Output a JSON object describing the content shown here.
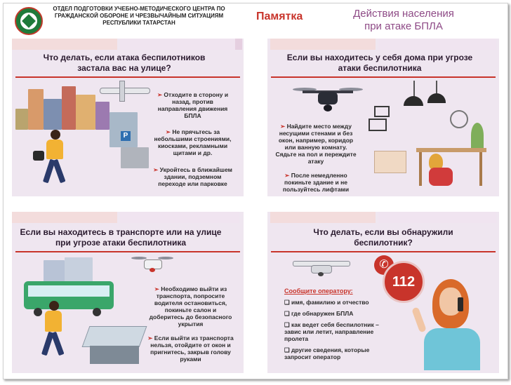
{
  "header": {
    "org_text": "ОТДЕЛ ПОДГОТОВКИ УЧЕБНО-МЕТОДИЧЕСКОГО ЦЕНТРА ПО ГРАЖДАНСКОЙ ОБОРОНЕ И ЧРЕЗВЫЧАЙНЫМ СИТУАЦИЯМ РЕСПУБЛИКИ ТАТАРСТАН",
    "memo_label": "Памятка",
    "subtitle_line1": "Действия населения",
    "subtitle_line2": "при атаке БПЛА"
  },
  "panels": {
    "street": {
      "title": "Что делать, если атака беспилотников застала вас на улице?",
      "bullets": [
        "Отходите в сторону и назад, против направления движения БПЛА",
        "Не прячьтесь за небольшими строениями, киосками, рекламными щитами и др.",
        "Укройтесь в ближайшем здании, подземном переходе или парковке"
      ]
    },
    "home": {
      "title": "Если вы находитесь у себя дома при угрозе атаки беспилотника",
      "bullets": [
        "Найдите место между несущими стенами и без окон, например, коридор или ванную комнату. Сядьте на пол и переждите атаку",
        "После немедленно покиньте здание и не пользуйтесь лифтами"
      ]
    },
    "transport": {
      "title": "Если вы находитесь в транспорте или на улице при угрозе атаки беспилотника",
      "bullets": [
        "Необходимо выйти из транспорта, попросите водителя остановиться, покиньте салон и доберитесь до безопасного укрытия",
        "Если выйти из транспорта нельзя, отойдите от окон и пригнитесь, закрыв голову руками"
      ]
    },
    "found": {
      "title": "Что делать, если вы обнаружили беспилотник?",
      "phone": "112",
      "report_heading": "Сообщите оператору:",
      "items": [
        "имя, фамилию и отчество",
        "где обнаружен БПЛА",
        "как ведет себя беспилотник – завис или летит, направление пролета",
        "другие сведения, которые запросит оператор"
      ]
    }
  },
  "colors": {
    "accent_red": "#c8342b",
    "title_violet": "#8e4a86",
    "panel_bg": "#efe6f0",
    "panel_top": "#f3dcdc"
  },
  "icons": [
    "emblem-icon",
    "drone-icon",
    "airplane-drone-icon",
    "phone-icon",
    "parking-icon"
  ]
}
